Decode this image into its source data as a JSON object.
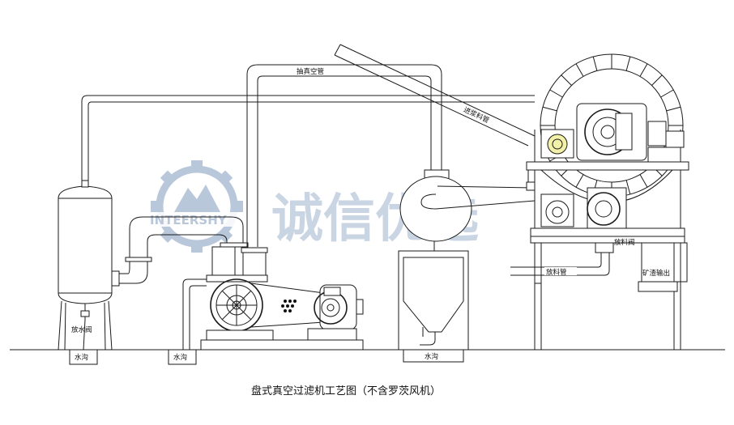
{
  "labels": {
    "vacuum_pipe": "抽真空管",
    "feed_pipe": "进浆料管",
    "drain_valve_tank": "放水阀",
    "drain_valve_filter": "放料阀",
    "discharge_pipe": "放料管",
    "slag_output": "矿渣输出",
    "ditch_1": "水沟",
    "ditch_2": "水沟",
    "ditch_3": "水沟"
  },
  "watermark": {
    "logo_text": "INTEERSHY",
    "chinese": "诚信优选"
  },
  "caption": "盘式真空过滤机工艺图（不含罗茨风机）",
  "colors": {
    "line": "#1a1a1a",
    "watermark": "#b9c7db",
    "highlight": "#f3f0a8"
  }
}
